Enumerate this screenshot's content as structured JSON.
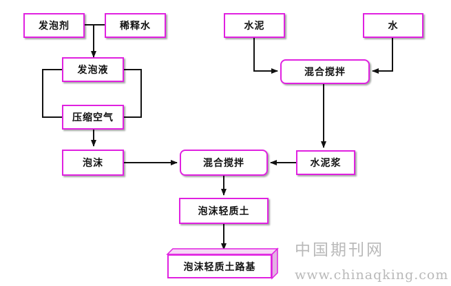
{
  "nodes": {
    "foaming_agent": "发泡剂",
    "dilution_water": "稀释水",
    "foam_liquid": "发泡液",
    "compressed_air": "压缩空气",
    "foam": "泡沫",
    "cement": "水泥",
    "water": "水",
    "mixing_top": "混合搅拌",
    "mixing_main": "混合搅拌",
    "cement_slurry": "水泥浆",
    "foamed_lightweight_soil": "泡沫轻质土",
    "roadbed": "泡沫轻质土路基"
  },
  "watermark": {
    "site_name": "中国期刊网",
    "url": "www.chinaqking.com"
  },
  "colors": {
    "box_border": "#e020e0",
    "arrow": "#111111",
    "watermark": "#b9b9b9"
  }
}
